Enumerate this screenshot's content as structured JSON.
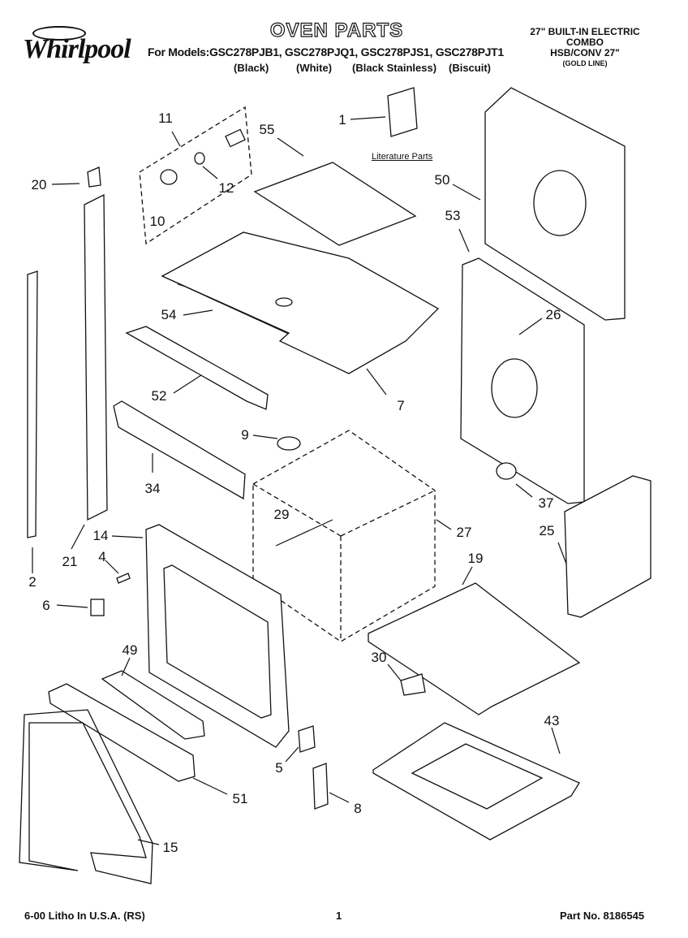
{
  "header": {
    "brand": "Whirlpool",
    "title": "OVEN PARTS",
    "models_line": "For Models:GSC278PJB1, GSC278PJQ1, GSC278PJS1, GSC278PJT1",
    "finishes": [
      "(Black)",
      "(White)",
      "(Black Stainless)",
      "(Biscuit)"
    ],
    "product_line1": "27\" BUILT-IN ELECTRIC",
    "product_line2": "COMBO",
    "product_line3": "HSB/CONV 27\"",
    "product_line4": "(GOLD LINE)"
  },
  "literature_label": "Literature Parts",
  "callouts": [
    "1",
    "2",
    "4",
    "5",
    "6",
    "7",
    "8",
    "9",
    "10",
    "11",
    "12",
    "14",
    "15",
    "19",
    "20",
    "21",
    "25",
    "26",
    "27",
    "29",
    "30",
    "34",
    "37",
    "43",
    "49",
    "50",
    "51",
    "52",
    "53",
    "54",
    "55"
  ],
  "footer": {
    "left": "6-00 Litho In U.S.A. (RS)",
    "page": "1",
    "part_no": "Part No. 8186545"
  }
}
